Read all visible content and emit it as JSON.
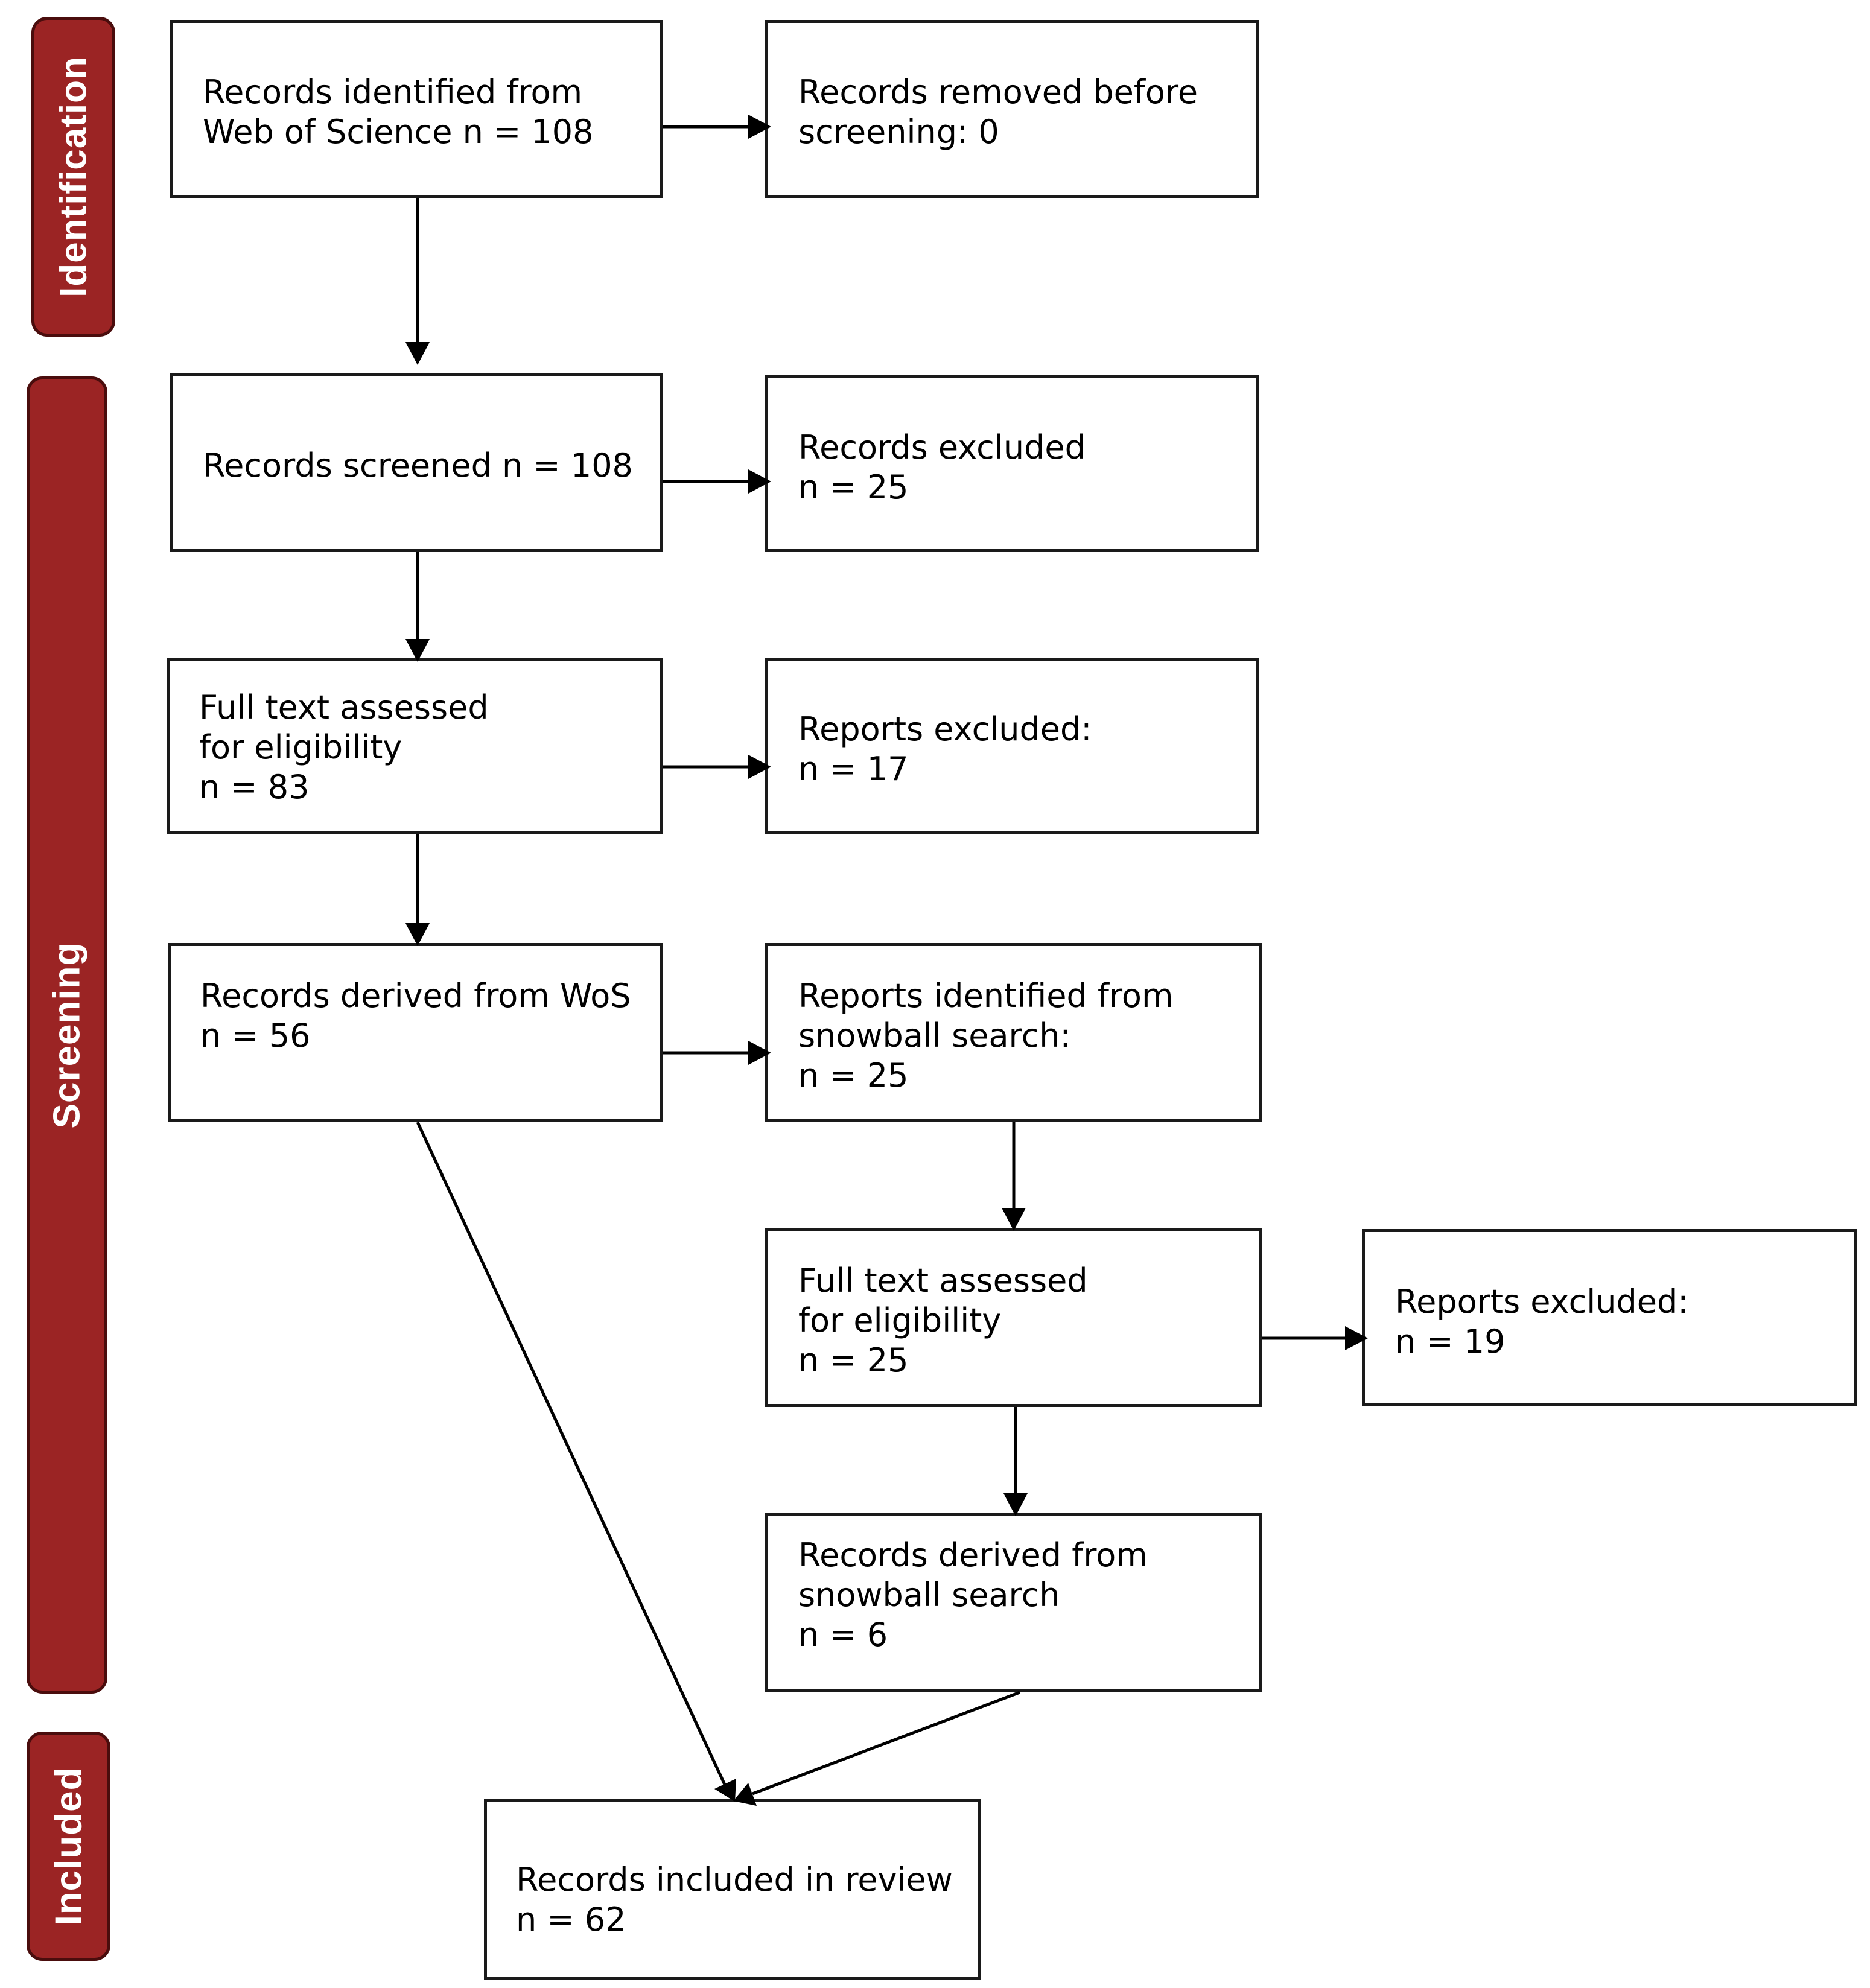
{
  "phases": {
    "identification": "Identification",
    "screening": "Screening",
    "included": "Included"
  },
  "boxes": {
    "identified": [
      "Records identified from",
      "Web of Science n = 108"
    ],
    "removed": [
      "Records removed before",
      "screening: 0"
    ],
    "screened": [
      "Records screened n = 108"
    ],
    "excluded": [
      "Records excluded",
      "n = 25"
    ],
    "fulltext1": [
      "Full text assessed",
      "for eligibility",
      "n = 83"
    ],
    "reports_excluded1": [
      "Reports excluded:",
      "n = 17"
    ],
    "derived_wos": [
      "Records derived from WoS",
      "n = 56"
    ],
    "snowball_identified": [
      "Reports identified from",
      "snowball search:",
      "n = 25"
    ],
    "fulltext2": [
      "Full text assessed",
      "for eligibility",
      "n = 25"
    ],
    "reports_excluded2": [
      "Reports excluded:",
      "n = 19"
    ],
    "derived_snowball": [
      "Records derived from",
      "snowball search",
      "n = 6"
    ],
    "included": [
      "Records included in review",
      "n = 62"
    ]
  },
  "colors": {
    "phase_fill": "#9b2424",
    "phase_border": "#4a0d0d",
    "box_border": "#1a1a1a"
  }
}
